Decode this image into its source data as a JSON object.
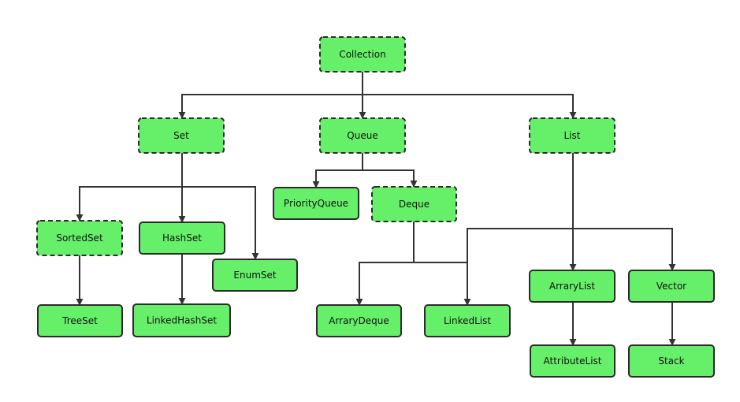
{
  "diagram": {
    "box_fill": "#66f06a",
    "box_stroke": "#2b2b2b",
    "line_color": "#333333",
    "nodes": {
      "collection": {
        "label": "Collection",
        "kind": "interface"
      },
      "set": {
        "label": "Set",
        "kind": "interface"
      },
      "queue": {
        "label": "Queue",
        "kind": "interface"
      },
      "list": {
        "label": "List",
        "kind": "interface"
      },
      "sortedset": {
        "label": "SortedSet",
        "kind": "interface"
      },
      "hashset": {
        "label": "HashSet",
        "kind": "class"
      },
      "enumset": {
        "label": "EnumSet",
        "kind": "class"
      },
      "treeset": {
        "label": "TreeSet",
        "kind": "class"
      },
      "linkedhashset": {
        "label": "LinkedHashSet",
        "kind": "class"
      },
      "priorityqueue": {
        "label": "PriorityQueue",
        "kind": "class"
      },
      "deque": {
        "label": "Deque",
        "kind": "interface"
      },
      "arraydeque": {
        "label": "ArraryDeque",
        "kind": "class"
      },
      "linkedlist": {
        "label": "LinkedList",
        "kind": "class"
      },
      "arraylist": {
        "label": "ArraryList",
        "kind": "class"
      },
      "vector": {
        "label": "Vector",
        "kind": "class"
      },
      "attributelist": {
        "label": "AttributeList",
        "kind": "class"
      },
      "stack": {
        "label": "Stack",
        "kind": "class"
      }
    },
    "edges": [
      {
        "from": "collection",
        "to": "set"
      },
      {
        "from": "collection",
        "to": "queue"
      },
      {
        "from": "collection",
        "to": "list"
      },
      {
        "from": "set",
        "to": "sortedset"
      },
      {
        "from": "set",
        "to": "hashset"
      },
      {
        "from": "set",
        "to": "enumset"
      },
      {
        "from": "sortedset",
        "to": "treeset"
      },
      {
        "from": "hashset",
        "to": "linkedhashset"
      },
      {
        "from": "queue",
        "to": "priorityqueue"
      },
      {
        "from": "queue",
        "to": "deque"
      },
      {
        "from": "deque",
        "to": "arraydeque"
      },
      {
        "from": "deque",
        "to": "linkedlist"
      },
      {
        "from": "list",
        "to": "arraylist"
      },
      {
        "from": "list",
        "to": "vector"
      },
      {
        "from": "list",
        "to": "linkedlist"
      },
      {
        "from": "arraylist",
        "to": "attributelist"
      },
      {
        "from": "vector",
        "to": "stack"
      }
    ]
  }
}
